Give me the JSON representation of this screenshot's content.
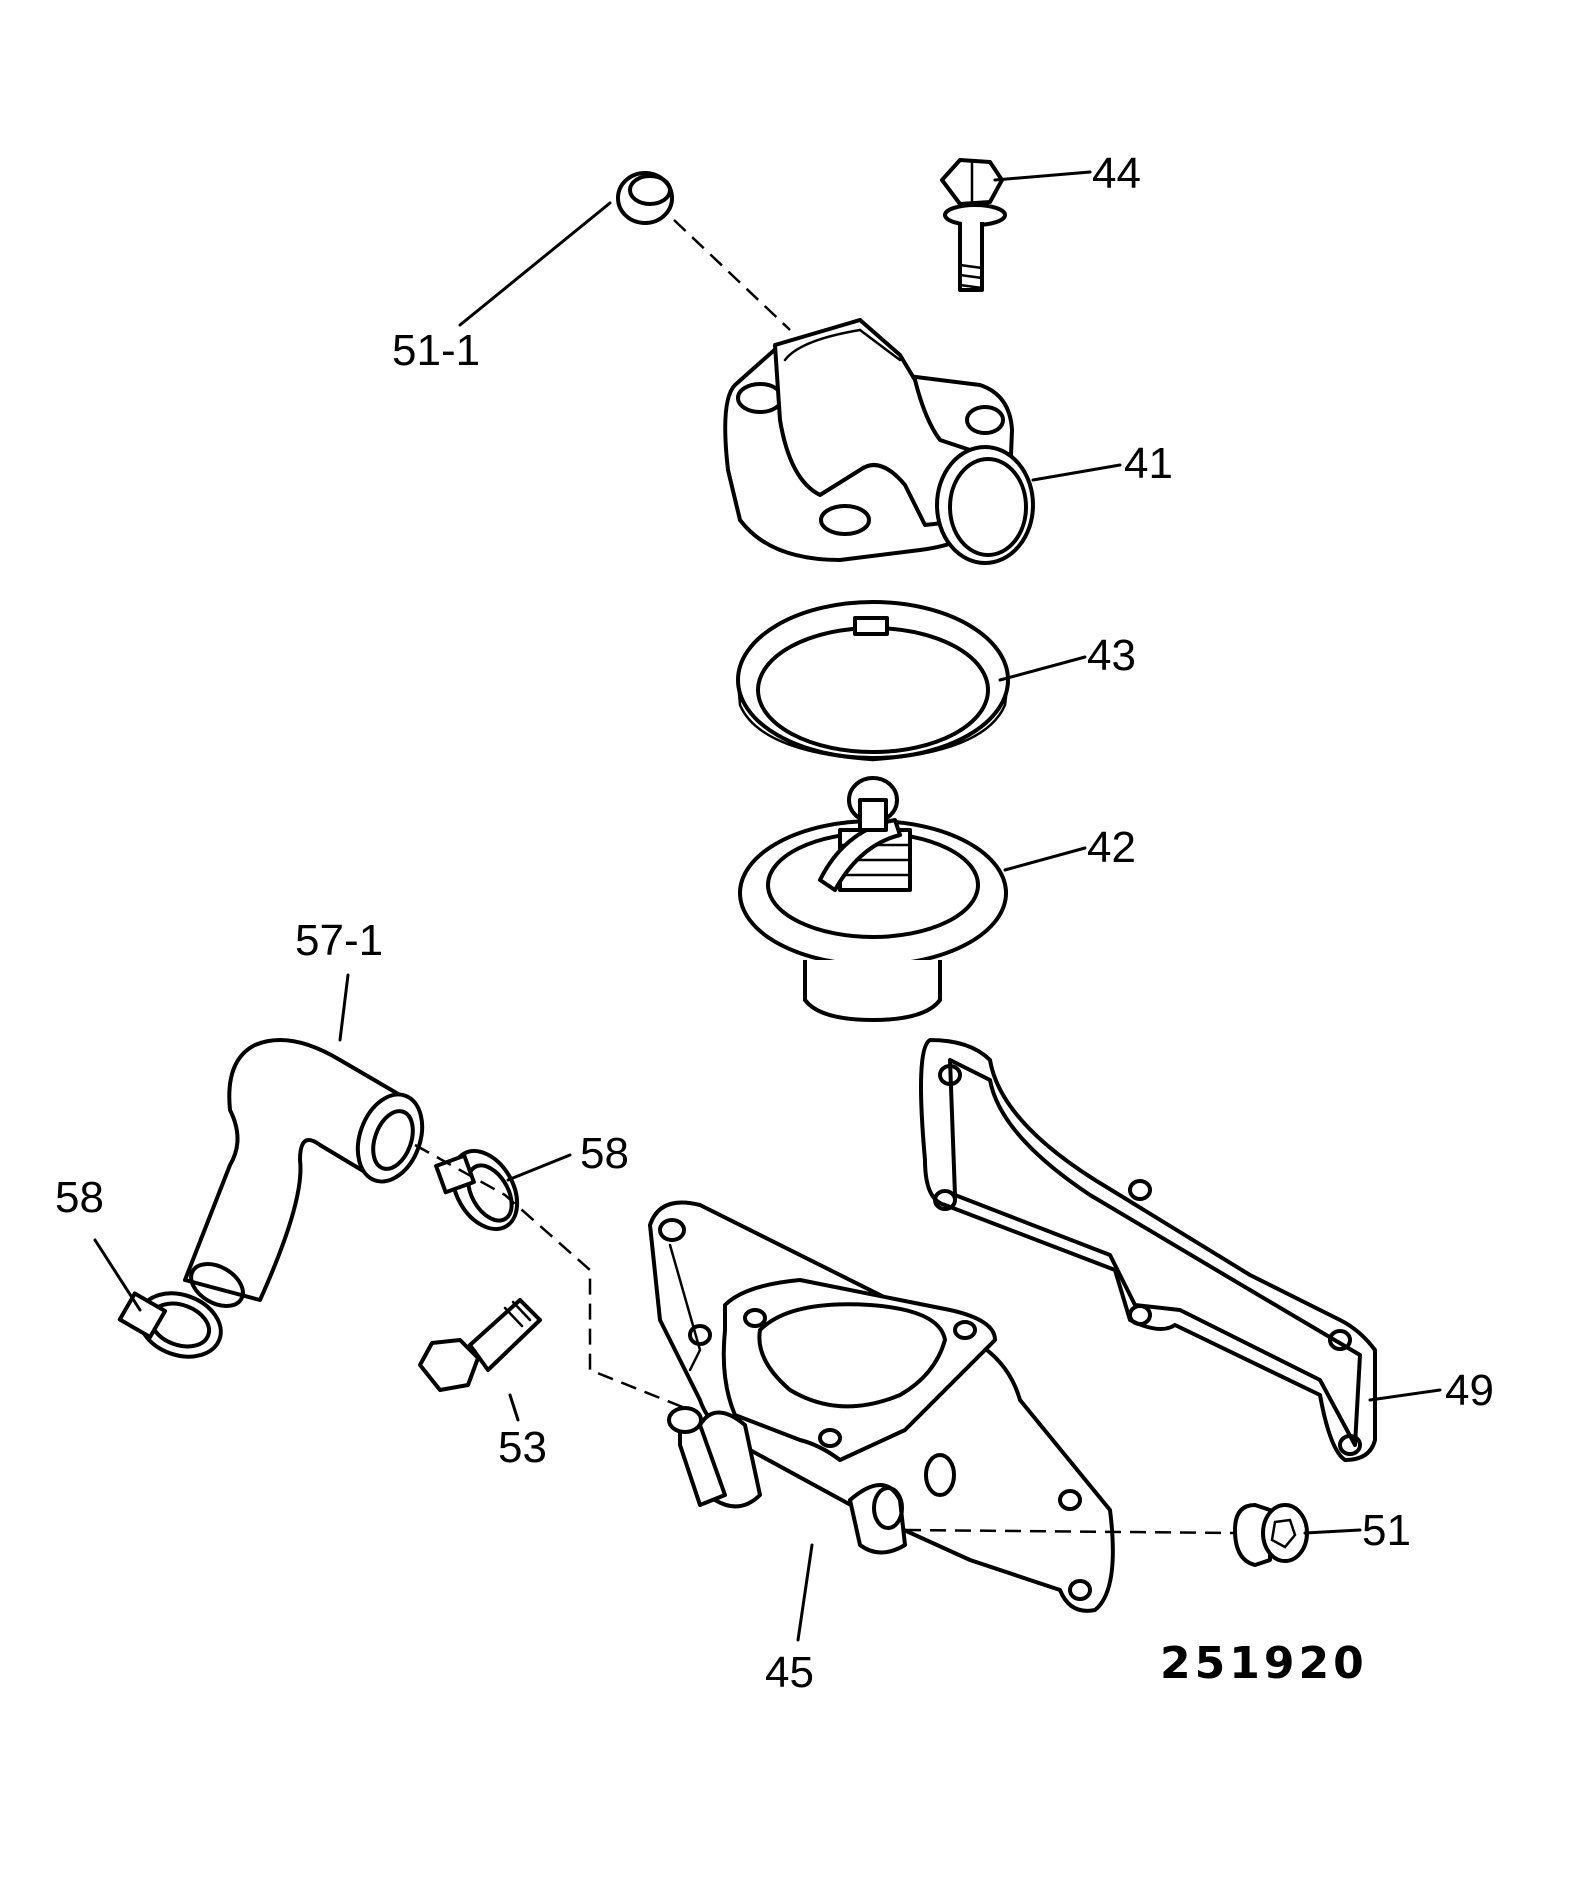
{
  "diagram": {
    "reference_number": "251920",
    "callouts": [
      {
        "id": "51-1",
        "text": "51-1"
      },
      {
        "id": "44",
        "text": "44"
      },
      {
        "id": "41",
        "text": "41"
      },
      {
        "id": "43",
        "text": "43"
      },
      {
        "id": "42",
        "text": "42"
      },
      {
        "id": "57-1",
        "text": "57-1"
      },
      {
        "id": "58a",
        "text": "58"
      },
      {
        "id": "58b",
        "text": "58"
      },
      {
        "id": "53",
        "text": "53"
      },
      {
        "id": "49",
        "text": "49"
      },
      {
        "id": "51",
        "text": "51"
      },
      {
        "id": "45",
        "text": "45"
      }
    ]
  }
}
